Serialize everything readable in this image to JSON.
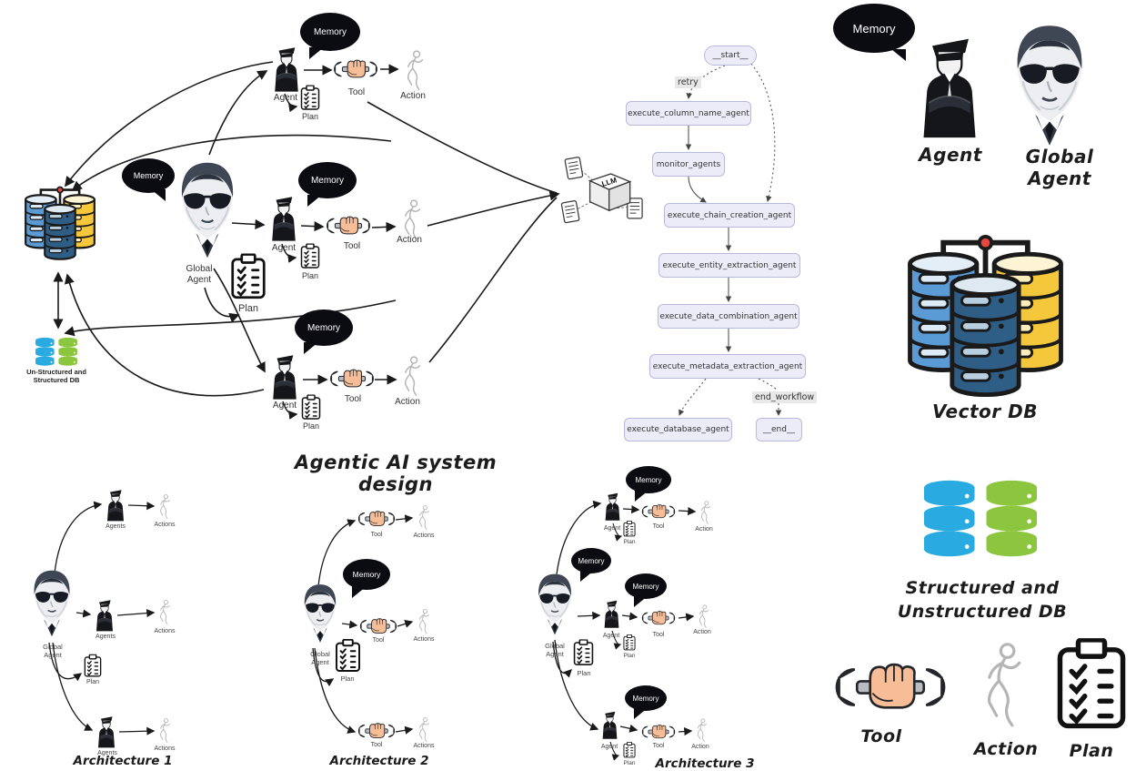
{
  "title": "Agentic AI system design",
  "labels": {
    "memory": "Memory",
    "agent": "Agent",
    "agents": "Agents",
    "global_agent": "Global Agent",
    "tool": "Tool",
    "action": "Action",
    "actions": "Actions",
    "plan": "Plan",
    "llm": "LLM"
  },
  "main_diagram": {
    "unstructured_db": [
      "Un-Structured and",
      "Structured DB"
    ]
  },
  "workflow": {
    "start": "__start__",
    "retry_label": "retry",
    "end_workflow_label": "end_workflow",
    "end": "__end__",
    "nodes": [
      "execute_column_name_agent",
      "monitor_agents",
      "execute_chain_creation_agent",
      "execute_entity_extraction_agent",
      "execute_data_combination_agent",
      "execute_metadata_extraction_agent",
      "execute_database_agent"
    ]
  },
  "legend": {
    "memory": "Memory",
    "agent": "Agent",
    "global_agent": "Global Agent",
    "vector_db": "Vector DB",
    "structured_db": [
      "Structured and",
      "Unstructured DB"
    ],
    "tool": "Tool",
    "action": "Action",
    "plan": "Plan"
  },
  "architectures": [
    "Architecture 1",
    "Architecture 2",
    "Architecture 3"
  ],
  "colors": {
    "workflow_node_fill": "#ececf9",
    "workflow_node_border": "#b9b9dd",
    "workflow_edge_label_bg": "#e8e8e8",
    "memory_bubble": "#0b0b12",
    "vector_db_blue": "#5b9bd5",
    "vector_db_dark_blue": "#2e5e86",
    "vector_db_yellow": "#f5c73a",
    "vector_db_connector_dot": "#e8473f",
    "unstructured_db_blue": "#29abe2",
    "structured_db_green": "#8cc63f",
    "tool_fist": "#f6bd97",
    "tool_wrench": "#b8bcc0"
  }
}
